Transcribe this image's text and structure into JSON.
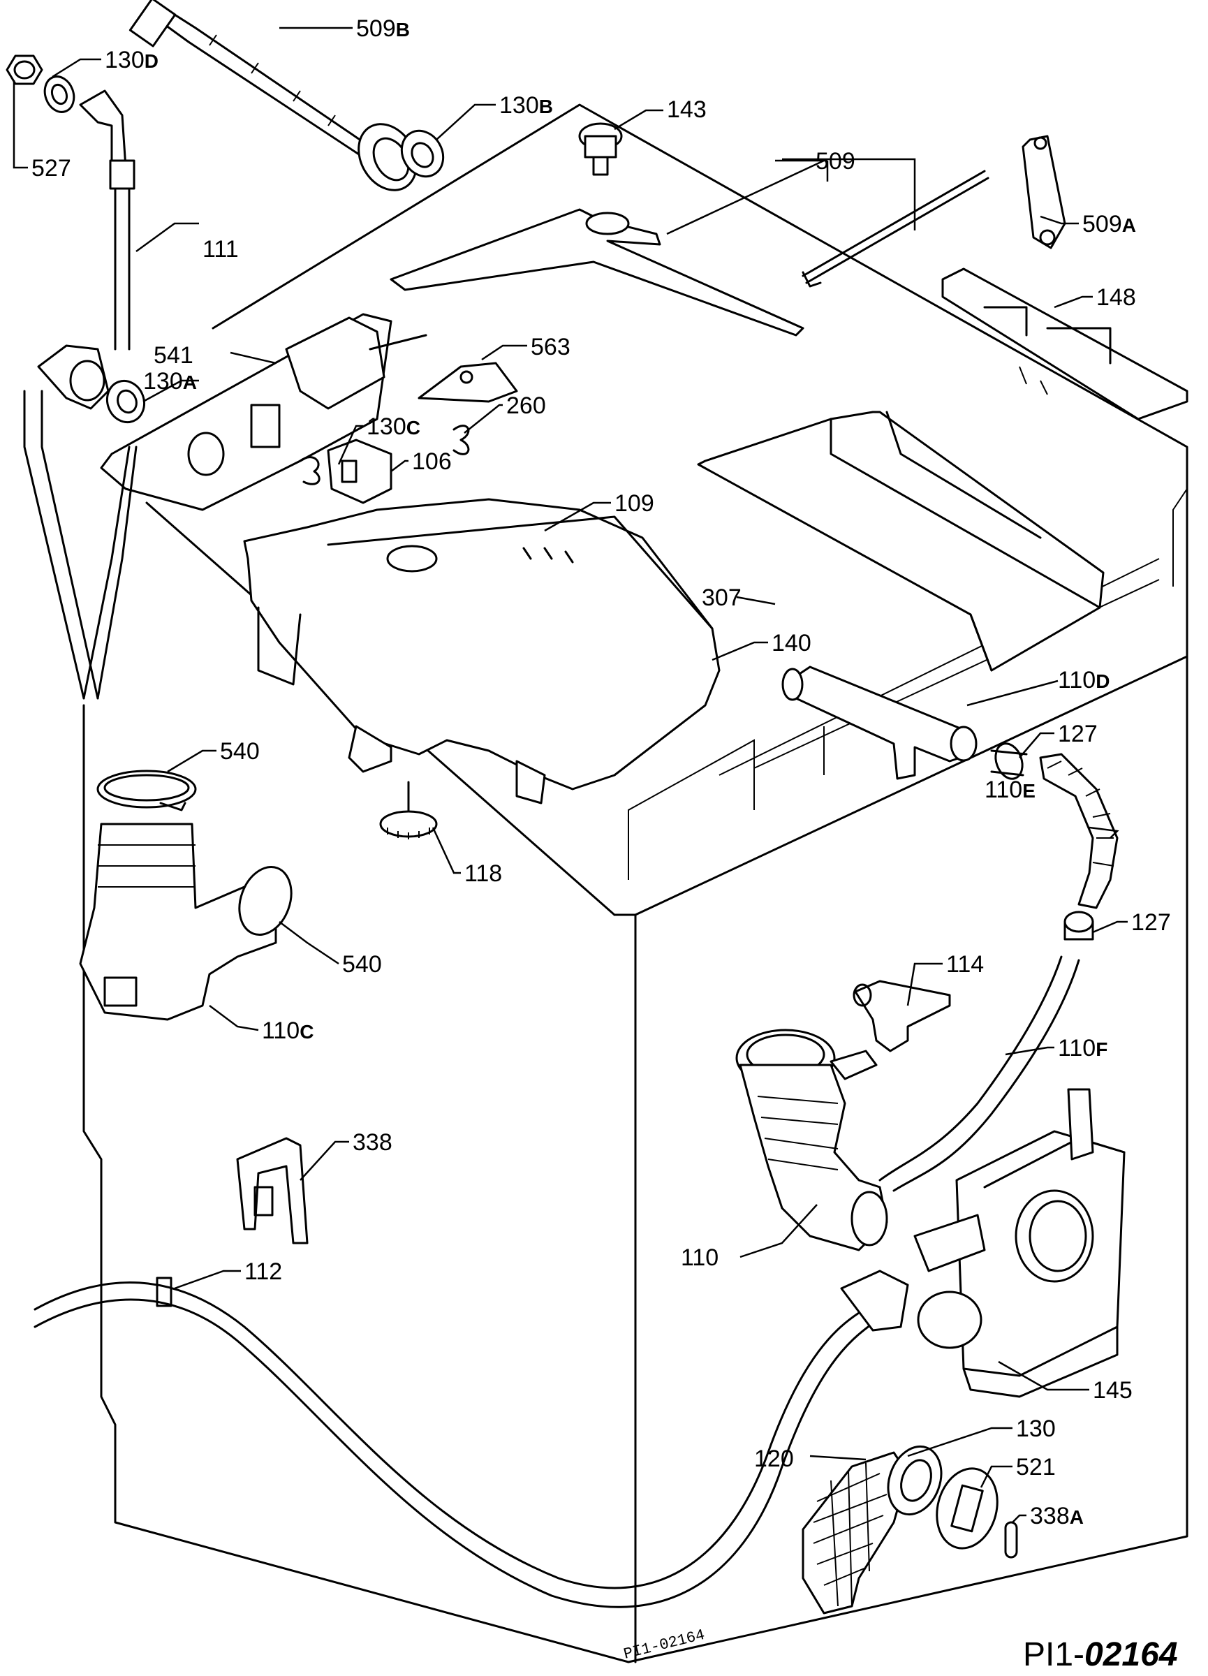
{
  "labels": [
    {
      "id": "509B",
      "num": "509",
      "suffix": "B"
    },
    {
      "id": "130D",
      "num": "130",
      "suffix": "D"
    },
    {
      "id": "130B",
      "num": "130",
      "suffix": "B"
    },
    {
      "id": "143",
      "num": "143",
      "suffix": ""
    },
    {
      "id": "509",
      "num": "509",
      "suffix": ""
    },
    {
      "id": "509A",
      "num": "509",
      "suffix": "A"
    },
    {
      "id": "527",
      "num": "527",
      "suffix": ""
    },
    {
      "id": "111",
      "num": "111",
      "suffix": ""
    },
    {
      "id": "148",
      "num": "148",
      "suffix": ""
    },
    {
      "id": "541",
      "num": "541",
      "suffix": ""
    },
    {
      "id": "563",
      "num": "563",
      "suffix": ""
    },
    {
      "id": "130A",
      "num": "130",
      "suffix": "A"
    },
    {
      "id": "260",
      "num": "260",
      "suffix": ""
    },
    {
      "id": "130C",
      "num": "130",
      "suffix": "C"
    },
    {
      "id": "106",
      "num": "106",
      "suffix": ""
    },
    {
      "id": "109",
      "num": "109",
      "suffix": ""
    },
    {
      "id": "307",
      "num": "307",
      "suffix": ""
    },
    {
      "id": "140",
      "num": "140",
      "suffix": ""
    },
    {
      "id": "110D",
      "num": "110",
      "suffix": "D"
    },
    {
      "id": "127a",
      "num": "127",
      "suffix": ""
    },
    {
      "id": "540a",
      "num": "540",
      "suffix": ""
    },
    {
      "id": "110E",
      "num": "110",
      "suffix": "E"
    },
    {
      "id": "118",
      "num": "118",
      "suffix": ""
    },
    {
      "id": "127b",
      "num": "127",
      "suffix": ""
    },
    {
      "id": "540b",
      "num": "540",
      "suffix": ""
    },
    {
      "id": "114",
      "num": "114",
      "suffix": ""
    },
    {
      "id": "110C",
      "num": "110",
      "suffix": "C"
    },
    {
      "id": "110F",
      "num": "110",
      "suffix": "F"
    },
    {
      "id": "338",
      "num": "338",
      "suffix": ""
    },
    {
      "id": "110",
      "num": "110",
      "suffix": ""
    },
    {
      "id": "112",
      "num": "112",
      "suffix": ""
    },
    {
      "id": "145",
      "num": "145",
      "suffix": ""
    },
    {
      "id": "130",
      "num": "130",
      "suffix": ""
    },
    {
      "id": "120",
      "num": "120",
      "suffix": ""
    },
    {
      "id": "521",
      "num": "521",
      "suffix": ""
    },
    {
      "id": "338A",
      "num": "338",
      "suffix": "A"
    }
  ],
  "stamp": "PI1-02164",
  "code_prefix": "PI1-",
  "code_suffix": "02164"
}
